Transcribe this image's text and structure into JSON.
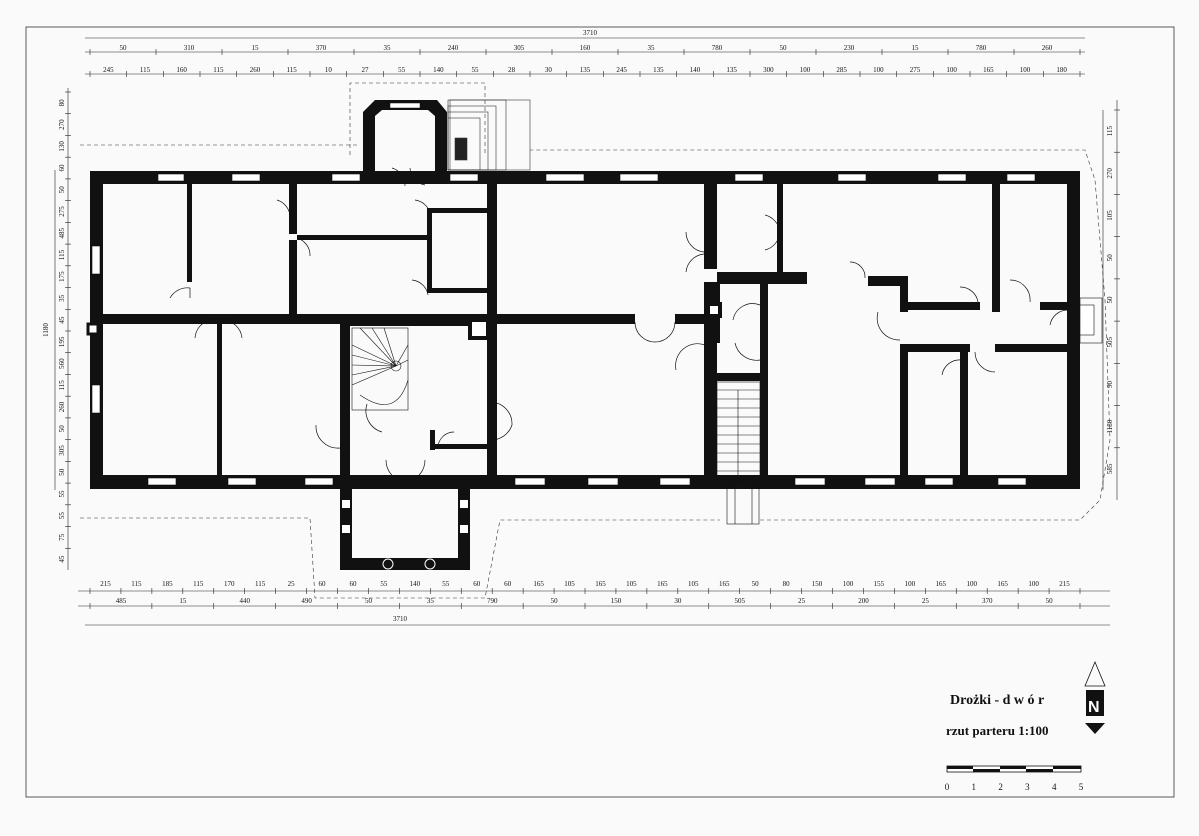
{
  "title": {
    "name": "Drożki - d w ó r",
    "subtitle": "rzut parteru 1:100"
  },
  "north_arrow": {
    "letter": "N"
  },
  "scale_bar": {
    "labels": [
      "0",
      "1",
      "2",
      "3",
      "4",
      "5"
    ]
  },
  "dimensions": {
    "top_overall": "3710",
    "top_row1": [
      "50",
      "310",
      "15",
      "370",
      "35",
      "240",
      "305",
      "160",
      "35",
      "780",
      "50",
      "230",
      "15",
      "780",
      "260"
    ],
    "top_row2": [
      "245",
      "115",
      "160",
      "115",
      "260",
      "115",
      "10",
      "27",
      "55",
      "140",
      "55",
      "28",
      "30",
      "135",
      "245",
      "135",
      "140",
      "135",
      "300",
      "100",
      "285",
      "100",
      "275",
      "100",
      "165",
      "100",
      "180"
    ],
    "bottom_row1": [
      "215",
      "115",
      "185",
      "115",
      "170",
      "115",
      "25",
      "60",
      "60",
      "55",
      "140",
      "55",
      "60",
      "60",
      "165",
      "105",
      "165",
      "105",
      "165",
      "105",
      "165",
      "50",
      "80",
      "150",
      "100",
      "155",
      "100",
      "165",
      "100",
      "165",
      "100",
      "215"
    ],
    "bottom_row2": [
      "485",
      "15",
      "440",
      "490",
      "50",
      "35",
      "790",
      "50",
      "150",
      "30",
      "505",
      "25",
      "200",
      "25",
      "370",
      "50"
    ],
    "bottom_overall": "3710",
    "left_outer": "1180",
    "left_inner": [
      "80",
      "270",
      "130",
      "60",
      "50",
      "275",
      "485",
      "115",
      "175",
      "35",
      "45",
      "195",
      "560",
      "115",
      "260",
      "50",
      "305",
      "50",
      "55",
      "55",
      "75",
      "45"
    ],
    "right_outer": [
      "115",
      "270",
      "105",
      "50",
      "50",
      "505",
      "90",
      "1180",
      "585"
    ]
  }
}
